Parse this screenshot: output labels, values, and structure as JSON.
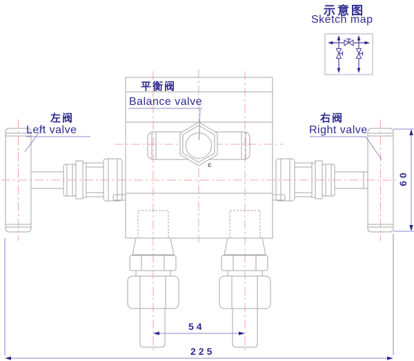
{
  "drawing": {
    "labels": {
      "balance_valve_zh": "平衡阀",
      "balance_valve_en": "Balance valve",
      "left_valve_zh": "左阀",
      "left_valve_en": "Left valve",
      "right_valve_zh": "右阀",
      "right_valve_en": "Right valve"
    },
    "dimensions": {
      "overall_height": "60",
      "port_spacing": "54",
      "overall_width": "225"
    },
    "marks": {
      "cap_letter": "c"
    }
  },
  "sketch_map": {
    "title_zh": "示意图",
    "title_en": "Sketch map"
  },
  "colors": {
    "label_navy": "#2e2a8f",
    "centerline_pink": "#f2a5a5",
    "drawing_gray": "#a6a6a6",
    "dimension_line": "#8a85c8",
    "sketch_line": "#4a43a0"
  }
}
